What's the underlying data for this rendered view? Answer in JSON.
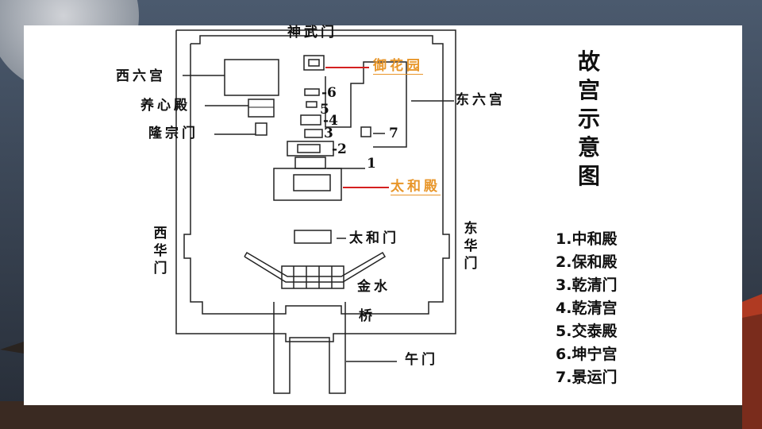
{
  "diagram": {
    "title": "故宫示意图",
    "labels": {
      "north_gate": "神武门",
      "imperial_garden": "御花园",
      "west_six_palaces": "西六宫",
      "east_six_palaces": "东六宫",
      "yangxin_hall": "养心殿",
      "longzong_gate": "隆宗门",
      "taihe_hall": "太和殿",
      "taihe_gate": "太和门",
      "west_hua_gate": "西华门",
      "east_hua_gate": "东华门",
      "golden_water_bridge_1": "金水",
      "golden_water_bridge_2": "桥",
      "meridian_gate": "午门"
    },
    "numbers": {
      "n1": "1",
      "n2": "-2",
      "n3": "3",
      "n4": "-4",
      "n5": "5",
      "n6": "-6",
      "n7": "7"
    },
    "legend": [
      "1.中和殿",
      "2.保和殿",
      "3.乾清门",
      "4.乾清宫",
      "5.交泰殿",
      "6.坤宁宫",
      "7.景运门"
    ],
    "colors": {
      "highlight": "#e8962a",
      "pointer_red": "#d42020",
      "ink": "#111111"
    }
  }
}
